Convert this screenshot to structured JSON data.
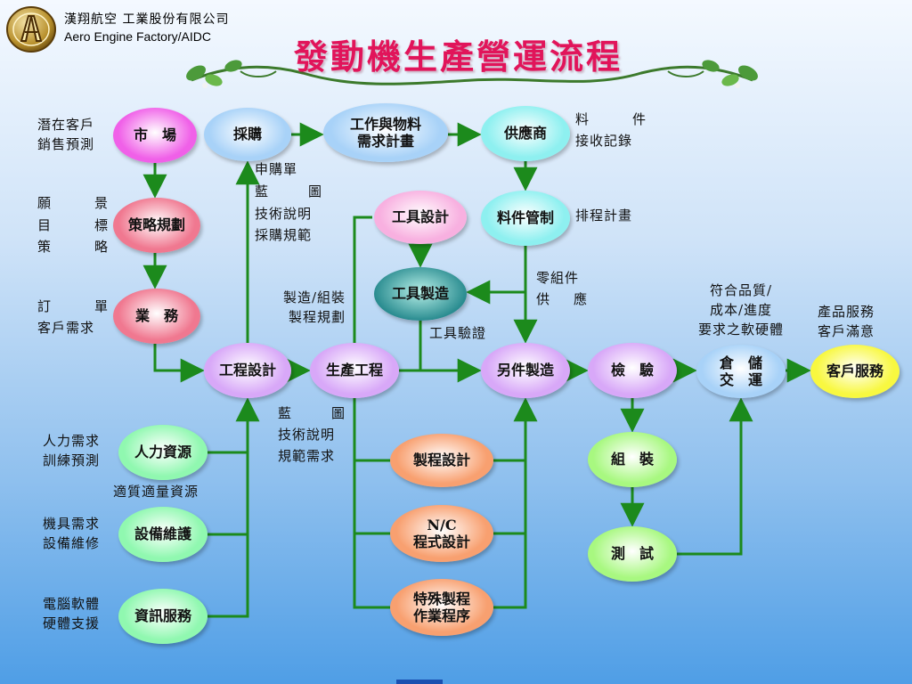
{
  "header": {
    "company_name_cn": "漢翔航空 工業股份有限公司",
    "company_name_en": "Aero Engine Factory/AIDC",
    "logo_icon": "aidc-logo-icon",
    "title": "發動機生產營運流程",
    "ornament_icon": "vine-ornament-icon"
  },
  "nodes": {
    "market": "市　場",
    "purchasing": "採購",
    "work_material_plan": "工作與物料\n需求計畫",
    "supplier": "供應商",
    "strategy_plan": "策略規劃",
    "tool_design": "工具設計",
    "material_control": "料件管制",
    "tool_manufacturing": "工具製造",
    "business": "業　務",
    "engineering_design": "工程設計",
    "production_engineering": "生產工程",
    "parts_manufacturing": "另件製造",
    "inspection": "檢　驗",
    "warehouse_delivery": "倉　儲\n交　運",
    "customer_service": "客戶服務",
    "human_resources": "人力資源",
    "equipment_maintenance": "設備維護",
    "information_service": "資訊服務",
    "process_design": "製程設計",
    "nc_programming": "N/C\n程式設計",
    "special_process": "特殊製程\n作業程序",
    "assembly": "組　裝",
    "test": "測　試"
  },
  "labels": {
    "potential_customer": "潛在客戶\n銷售預測",
    "vision": "願　　景",
    "goal": "目　　標",
    "strategy": "策　　略",
    "order": "訂　　單",
    "customer_demand": "客戶需求",
    "purchase_docs": [
      "申購單",
      "藍　圖",
      "技術說明",
      "採購規範"
    ],
    "material_receiving_1": "料　　件",
    "material_receiving_2": "接收記錄",
    "schedule_plan": "排程計畫",
    "parts_supply_1": "零組件",
    "parts_supply_2": "供　應",
    "mfg_assembly": "製造/組裝\n製程規劃",
    "tool_verification": "工具驗證",
    "quality_requirements": "符合品質/\n成本/進度\n要求之軟硬體",
    "product_service": "產品服務\n客戶滿意",
    "blueprint_docs": [
      "藍　圖",
      "技術說明",
      "規範需求"
    ],
    "manpower": "人力需求\n訓練預測",
    "adequate_resources": "適質適量資源",
    "machine_needs": "機具需求\n設備維修",
    "computer_support": "電腦軟體\n硬體支援"
  },
  "colors": {
    "title": "#e1145a",
    "wire": "#1c8a1c",
    "magenta": "#f060e8",
    "blue": "#a8d2f8",
    "cyan": "#8ef0f0",
    "pink": "#f07890",
    "lightpink": "#f8b0e0",
    "teal": "#2a8c90",
    "purple": "#d8a8f8",
    "yellow": "#f8f840",
    "green": "#90f8b0",
    "orange": "#f8a070",
    "lime": "#a8f880"
  }
}
